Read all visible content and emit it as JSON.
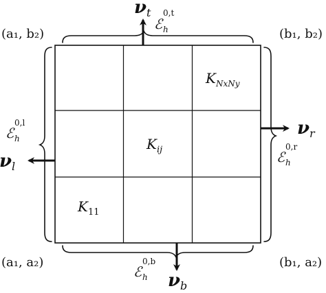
{
  "colors": {
    "stroke": "#111111",
    "background": "#ffffff"
  },
  "corners": {
    "top_left": "(a₁, b₂)",
    "top_right": "(b₁, b₂)",
    "bottom_left": "(a₁, a₂)",
    "bottom_right": "(b₁, a₂)"
  },
  "cells": {
    "top_right": {
      "main": "K",
      "sub": "NxNy"
    },
    "center": {
      "main": "K",
      "sub": "ij"
    },
    "bottom_left": {
      "main": "K",
      "sub": "11"
    }
  },
  "edges": {
    "top": {
      "main": "ℰ",
      "sub": "h",
      "sup": "0,t"
    },
    "right": {
      "main": "ℰ",
      "sub": "h",
      "sup": "0,r"
    },
    "bottom": {
      "main": "ℰ",
      "sub": "h",
      "sup": "0,b"
    },
    "left": {
      "main": "ℰ",
      "sub": "h",
      "sup": "0,l"
    }
  },
  "normals": {
    "top": {
      "main": "ν",
      "sub": "t"
    },
    "right": {
      "main": "ν",
      "sub": "r"
    },
    "bottom": {
      "main": "ν",
      "sub": "b"
    },
    "left": {
      "main": "ν",
      "sub": "l"
    }
  }
}
